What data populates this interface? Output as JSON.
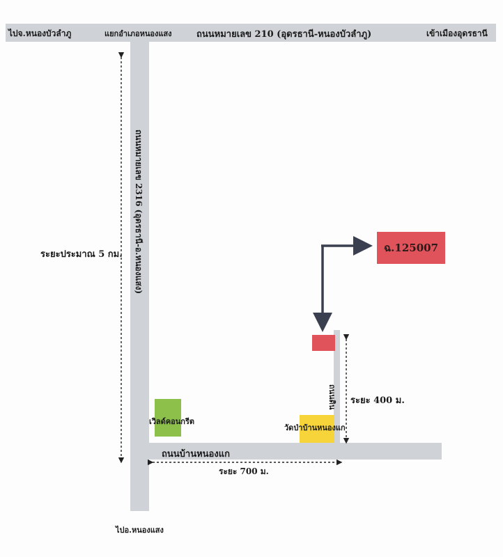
{
  "map": {
    "top_road": {
      "left_label": "ไปจ.หนองบัวลำภู",
      "junction_label": "แยกอำเภอหนองแสง",
      "name": "ถนนหมายเลข 210 (อุดรธานี-หนองบัวลำภู)",
      "right_label": "เข้าเมืองอุดรธานี"
    },
    "vertical_road": {
      "name": "ถนนหมายเลข 2316 (อุดรธานี-อ.หนองแสง)",
      "bottom_label": "ไปอ.หนองแสง"
    },
    "distance_vertical": "ระยะประมาณ 5 กม.",
    "bottom_road": {
      "name": "ถนนบ้านหนองแก"
    },
    "distance_horizontal": "ระยะ 700 ม.",
    "side_road": {
      "name": "ถนนดิน"
    },
    "distance_side": "ระยะ 400 ม.",
    "landmarks": {
      "green": "เวิลด์คอนกรีต",
      "yellow": "วัดป่าบ้านหนองแก"
    },
    "target": {
      "label": "ฉ.125007"
    },
    "colors": {
      "road": "#cfd3d7",
      "target_box": "#e0535b",
      "green_box": "#8dc04a",
      "yellow_box": "#f7d53a",
      "arrow": "#3a4050"
    }
  }
}
